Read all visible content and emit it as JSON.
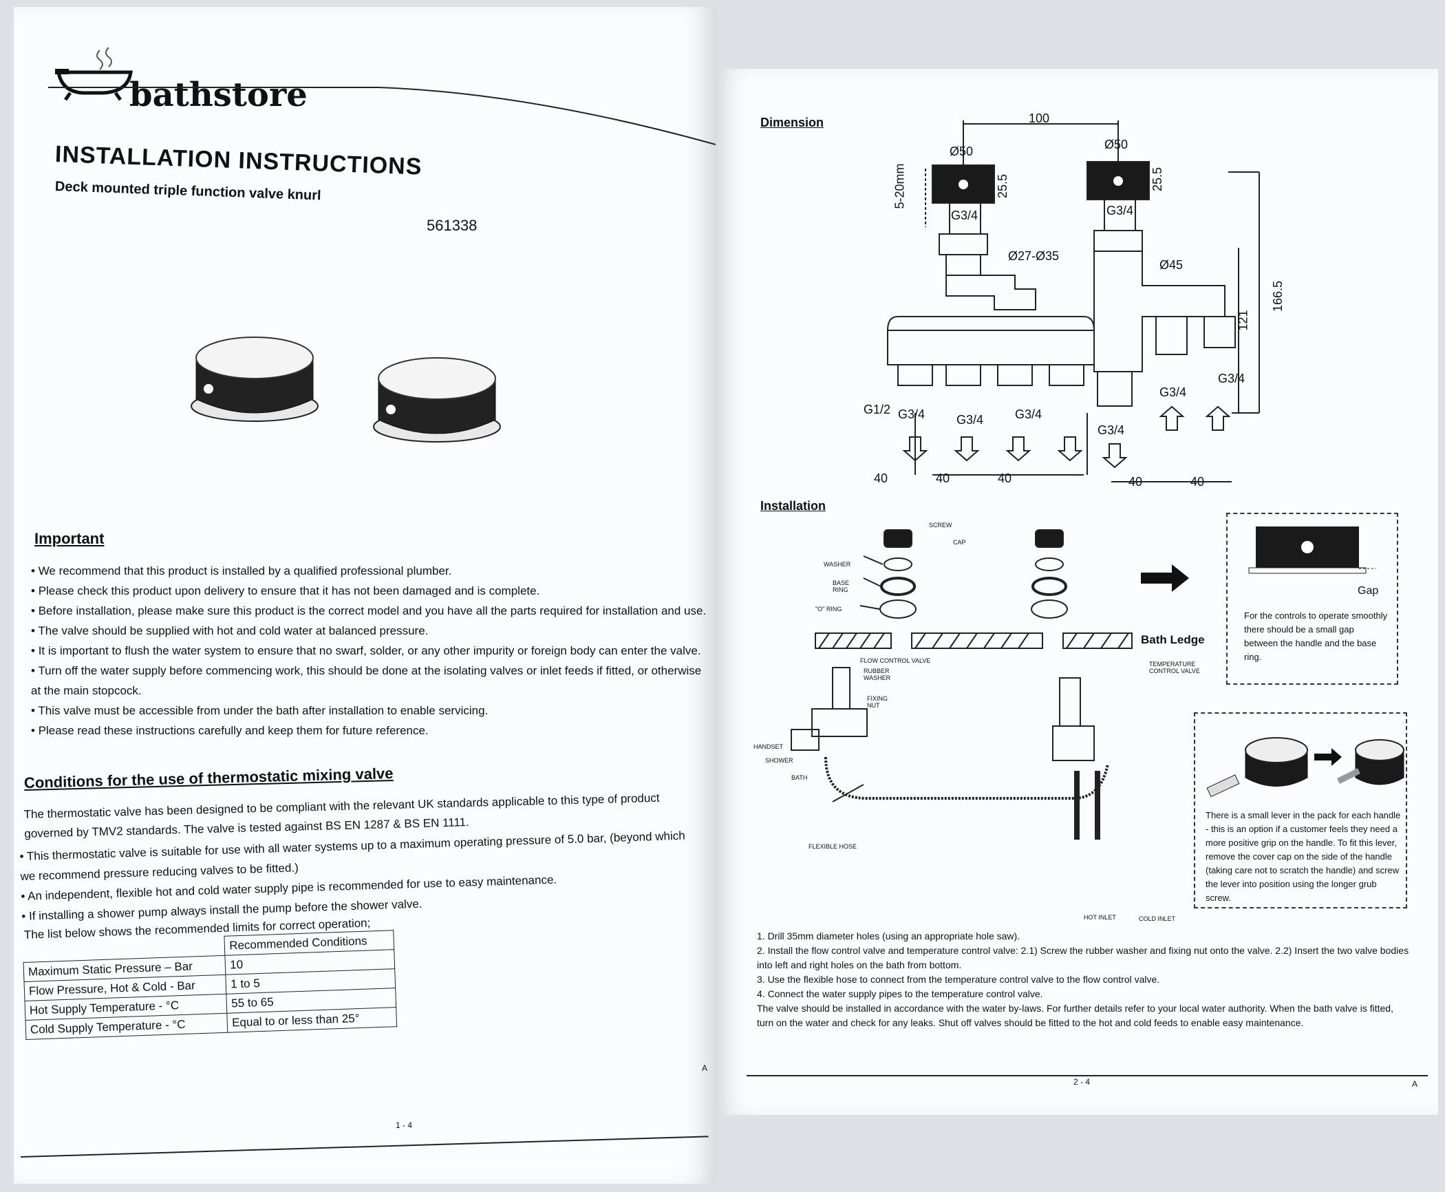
{
  "left_page": {
    "brand": "bathstore",
    "title": "INSTALLATION INSTRUCTIONS",
    "subtitle": "Deck mounted triple function valve knurl",
    "product_code": "561338",
    "important_heading": "Important",
    "important_items": [
      "We recommend that this product is installed by a qualified professional plumber.",
      "Please check this product upon delivery to ensure that it has not been damaged and is complete.",
      "Before installation, please make sure this product is the correct model and you have all the parts required for installation and use.",
      "The valve should be supplied with hot and cold water at balanced pressure.",
      "It is important to flush the water system to ensure that no swarf, solder, or any other impurity or foreign body can enter the valve.",
      "Turn off the water supply before commencing work, this should be done at the isolating valves or inlet feeds if fitted, or otherwise at the main stopcock.",
      "This valve must be accessible from under the bath after installation to enable servicing.",
      "Please read these instructions carefully and keep them for future reference."
    ],
    "conditions_heading": "Conditions for the use of thermostatic mixing valve",
    "conditions_intro": "The thermostatic valve has been designed to be compliant with the relevant UK standards applicable to this type of product governed by TMV2 standards.  The valve is tested against BS EN 1287 & BS EN 1111.",
    "conditions_items": [
      "This thermostatic valve is suitable for use with all water systems up to a maximum operating pressure of 5.0 bar, (beyond which we recommend pressure reducing valves to be fitted.)",
      "An independent, flexible hot and cold water supply pipe is recommended for use to easy maintenance.",
      "If installing a shower pump always install the pump before the shower valve."
    ],
    "list_intro": "The list below shows the recommended limits for correct operation;",
    "table_header": "Recommended Conditions",
    "table_rows": [
      {
        "label": "Maximum Static Pressure – Bar",
        "value": "10"
      },
      {
        "label": "Flow Pressure, Hot & Cold - Bar",
        "value": "1 to 5"
      },
      {
        "label": "Hot Supply Temperature - °C",
        "value": "55 to 65"
      },
      {
        "label": "Cold Supply Temperature - °C",
        "value": "Equal to or less than 25°"
      }
    ],
    "page_number": "1 - 4",
    "corner": "A"
  },
  "right_page": {
    "dimension_heading": "Dimension",
    "dims": {
      "d100": "100",
      "d50a": "Ø50",
      "d50b": "Ø50",
      "d520": "5-20mm",
      "d255a": "25.5",
      "d255b": "25.5",
      "g34a": "G3/4",
      "g34b": "G3/4",
      "d2735": "Ø27-Ø35",
      "d45": "Ø45",
      "d1665": "166.5",
      "d121": "121",
      "g12": "G1/2",
      "g34c": "G3/4",
      "g34d": "G3/4",
      "g34e": "G3/4",
      "g34f": "G3/4",
      "g34g": "G3/4",
      "g34h": "G3/4",
      "d40a": "40",
      "d40b": "40",
      "d40c": "40",
      "d40d": "40",
      "d40e": "40"
    },
    "installation_heading": "Installation",
    "parts": {
      "screw": "SCREW",
      "cap": "CAP",
      "washer": "WASHER",
      "base_ring": "BASE RING",
      "o_ring": "\"O\" RING",
      "flow_control": "FLOW CONTROL VALVE",
      "rubber_washer": "RUBBER WASHER",
      "fixing_nut": "FIXING NUT",
      "handset": "HANDSET",
      "shower": "SHOWER",
      "bath": "BATH",
      "flexible_hose": "FLEXIBLE HOSE",
      "temp_control": "TEMPERATURE CONTROL VALVE",
      "hot_inlet": "HOT INLET",
      "cold_inlet": "COLD INLET",
      "bath_ledge": "Bath Ledge",
      "gap": "Gap"
    },
    "gap_note": "For the controls to operate smoothly there should be a small gap between the handle and the base ring.",
    "lever_note": "There is a small lever in the pack for each handle - this is an option if a customer feels they need a more positive grip on the handle. To fit this lever, remove the cover cap on the side of the handle (taking care not to scratch the handle) and screw the lever into position using the longer grub screw.",
    "steps": [
      "1. Drill 35mm diameter holes (using an appropriate hole saw).",
      "2. Install the flow control valve and temperature control valve:  2.1) Screw the rubber washer and fixing nut onto the valve. 2.2)  Insert the two valve bodies into left and right holes on the bath from bottom.",
      "3. Use the flexible hose to connect from the temperature control valve to the flow control valve.",
      "4. Connect the water supply pipes to the temperature control valve.",
      "The valve should be installed in accordance with the water by-laws. For further details refer to your local water authority. When the bath valve is fitted, turn on the water and check for any leaks. Shut off valves should be fitted to the hot and cold feeds to enable easy maintenance."
    ],
    "page_number": "2 - 4",
    "corner": "A"
  }
}
